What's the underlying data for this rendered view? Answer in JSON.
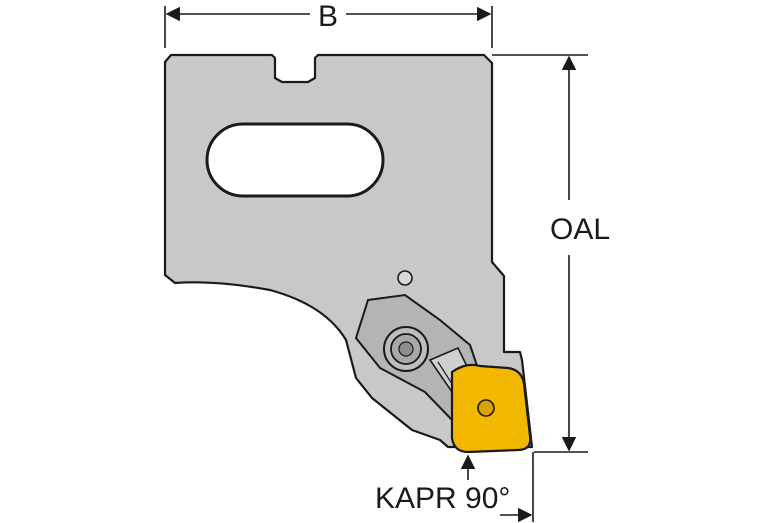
{
  "dimensions": {
    "width_label": "B",
    "length_label": "OAL",
    "angle_label": "KAPR 90°"
  },
  "colors": {
    "body_fill": "#c8c8c8",
    "insert_fill": "#f2b800",
    "clamp_fill": "#b4b4b4",
    "outline": "#1a1a1a",
    "dimension_line": "#1a1a1a"
  }
}
